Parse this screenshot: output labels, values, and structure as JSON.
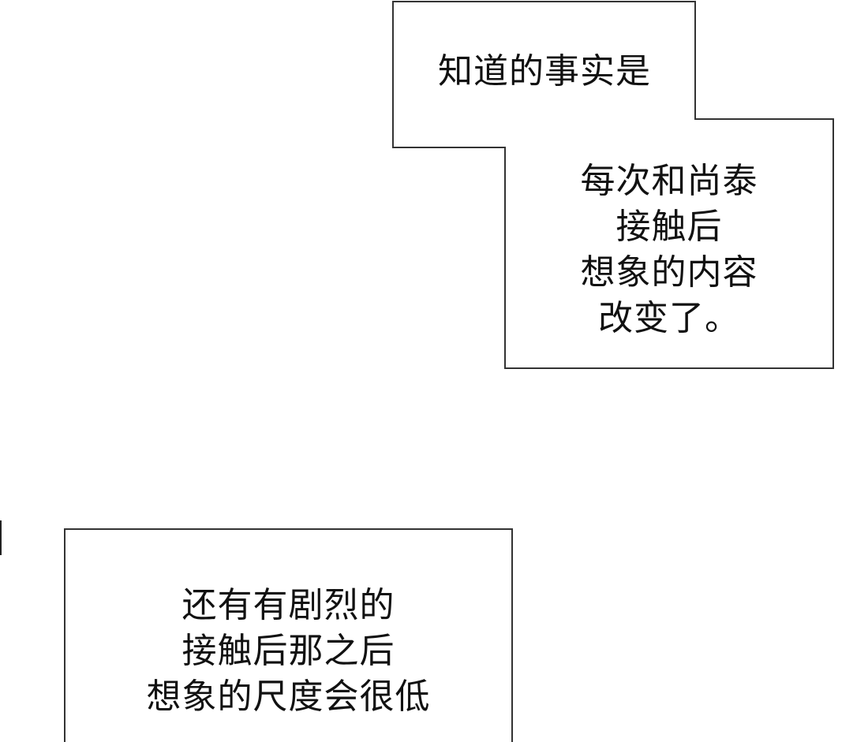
{
  "boxes": {
    "top_box": {
      "line1": "知道的事实是",
      "line2_1": "每次和尚泰",
      "line2_2": "接触后",
      "line2_3": "想象的内容",
      "line2_4": "改变了。"
    },
    "bottom_box": {
      "line1": "还有有剧烈的",
      "line2": "接触后那之后",
      "line3": "想象的尺度会很低"
    }
  },
  "colors": {
    "background": "#ffffff",
    "border": "#333333",
    "text": "#111111"
  }
}
